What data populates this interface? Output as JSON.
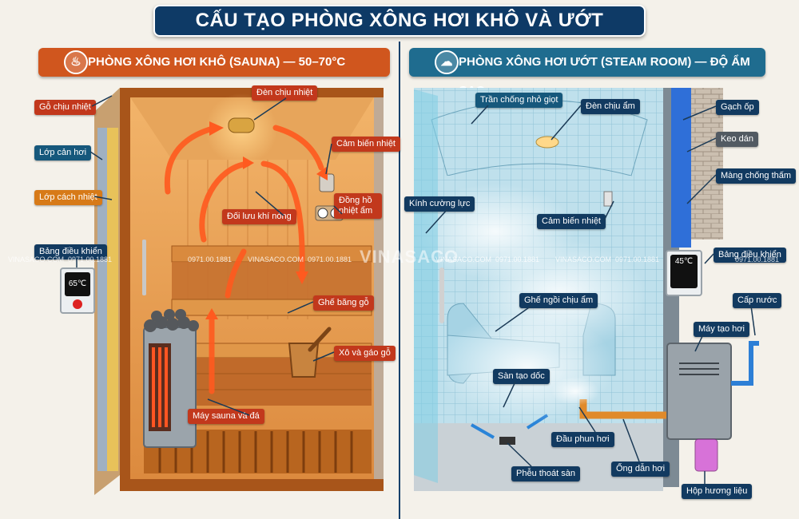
{
  "title": "CẤU TẠO PHÒNG XÔNG HƠI KHÔ VÀ ƯỚT",
  "dry": {
    "header": "PHÒNG XÔNG HƠI KHÔ (SAUNA) — 50–70°C",
    "icon": "heat-waves-icon",
    "labels": {
      "wood": "Gỗ chịu nhiệt",
      "vapor": "Lớp cản hơi",
      "insulation": "Lớp cách nhiệt",
      "control": "Bảng điều khiển",
      "lamp": "Đèn chịu nhiệt",
      "temp_sensor": "Cảm biến nhiệt",
      "gauge": "Đồng hồ nhiệt ẩm",
      "convection": "Đối lưu khí nóng",
      "bench": "Ghế băng gỗ",
      "bucket": "Xô và gáo gỗ",
      "heater": "Máy sauna và đá"
    },
    "display": "65℃"
  },
  "wet": {
    "header": "PHÒNG XÔNG HƠI ƯỚT (STEAM ROOM) — ĐỘ ẨM CAO",
    "icon": "steam-cloud-icon",
    "labels": {
      "ceiling": "Trần chống nhỏ giọt",
      "lamp": "Đèn chịu ẩm",
      "tile": "Gạch ốp",
      "glue": "Keo dán",
      "membrane": "Màng chống thấm",
      "glass": "Kính cường lực",
      "sensor": "Cảm biến nhiệt",
      "control": "Bảng điều khiển",
      "seat": "Ghế ngồi chịu ẩm",
      "water": "Cấp nước",
      "generator": "Máy tạo hơi",
      "floor": "Sàn tạo dốc",
      "nozzle": "Đầu phun hơi",
      "pipe": "Ống dẫn hơi",
      "drain": "Phễu thoát sàn",
      "aroma": "Hộp hương liệu"
    },
    "display": "45℃"
  },
  "watermark": {
    "site": "VINASACO.COM",
    "phone": "0971.00.1881",
    "brand": "VINASACO"
  },
  "colors": {
    "navy": "#0e3a66",
    "dry_accent": "#d0561e",
    "wet_accent": "#1f6c8f"
  }
}
